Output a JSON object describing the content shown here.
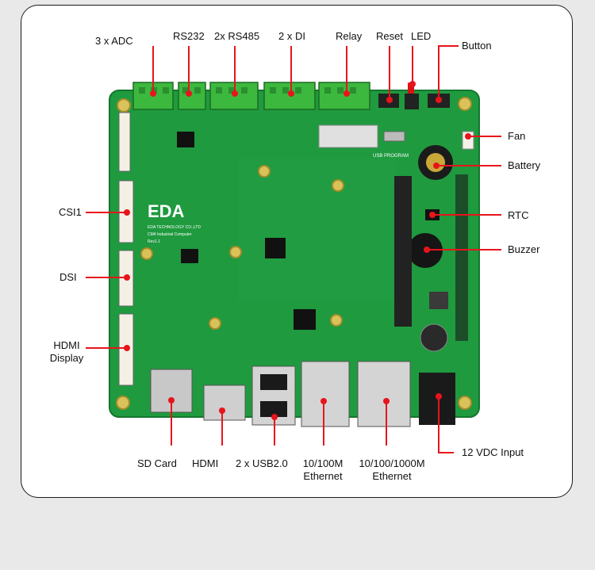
{
  "colors": {
    "accent": "#e8141b",
    "board": "#1f9a3f",
    "connector": "#3cb83e",
    "frame": "#1a1a1a"
  },
  "labels": {
    "adc": "3 x ADC",
    "rs232": "RS232",
    "rs485": "2x RS485",
    "di": "2 x DI",
    "relay": "Relay",
    "reset": "Reset",
    "led": "LED",
    "button": "Button",
    "fan": "Fan",
    "battery": "Battery",
    "rtc": "RTC",
    "buzzer": "Buzzer",
    "csi1": "CSI1",
    "dsi": "DSI",
    "hdmi_display_1": "HDMI",
    "hdmi_display_2": "Display",
    "sd_card": "SD Card",
    "hdmi": "HDMI",
    "usb": "2 x USB2.0",
    "eth100_1": "10/100M",
    "eth100_2": "Ethernet",
    "eth1000_1": "10/100/1000M",
    "eth1000_2": "Ethernet",
    "power": "12 VDC Input"
  },
  "board_text": {
    "logo": "EDA",
    "company": "EDA TECHNOLOGY CO.,LTD",
    "product": "CM4 Industrial Computer",
    "rev": "Rev1.1",
    "usb_program": "USB PROGRAM"
  }
}
